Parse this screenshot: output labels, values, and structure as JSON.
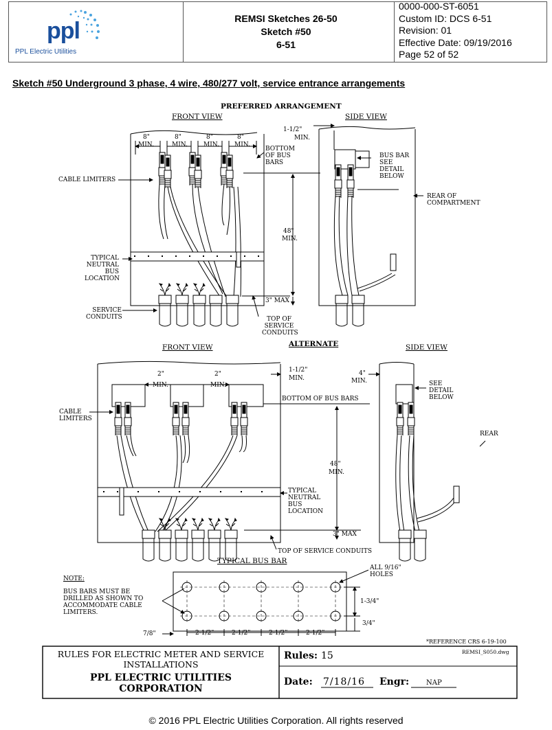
{
  "header": {
    "logo_text": "ppl",
    "logo_caption": "PPL Electric Utilities",
    "center_lines": [
      "REMSI Sketches 26-50",
      "Sketch #50",
      "6-51"
    ],
    "meta": [
      "0000-000-ST-6051",
      "Custom ID:  DCS 6-51",
      "Revision: 01",
      "Effective Date:  09/19/2016",
      "Page 52 of 52"
    ]
  },
  "subtitle": "Sketch #50 Underground 3 phase, 4 wire, 480/277 volt, service entrance arrangements",
  "drawing": {
    "preferred_title": "PREFERRED ARRANGEMENT",
    "front_view": "FRONT VIEW",
    "side_view": "SIDE VIEW",
    "alternate_title": "ALTERNATE",
    "dim_8": "8\"",
    "dim_min": "MIN.",
    "dim_1_5": "1-1/2\"",
    "dim_48": "48\"",
    "dim_3_max": "3\"  MAX",
    "dim_2": "2\"",
    "dim_4": "4\"",
    "label_bottom_bus_bars": [
      "BOTTOM",
      "OF BUS",
      "BARS"
    ],
    "label_bus_bar_detail": [
      "BUS BAR",
      "SEE",
      "DETAIL",
      "BELOW"
    ],
    "label_rear_of_comp": [
      "REAR OF",
      "COMPARTMENT"
    ],
    "label_cable_limiters": "CABLE LIMITERS",
    "label_typical_neutral": [
      "TYPICAL",
      "NEUTRAL",
      "BUS",
      "LOCATION"
    ],
    "label_service_conduits": [
      "SERVICE",
      "CONDUITS"
    ],
    "label_top_service_conduits": [
      "TOP OF",
      "SERVICE",
      "CONDUITS"
    ],
    "label_cable_limiters_2": [
      "CABLE",
      "LIMITERS"
    ],
    "label_bottom_bus_bars_2": "BOTTOM OF BUS BARS",
    "label_see_detail": [
      "SEE",
      "DETAIL",
      "BELOW"
    ],
    "label_rear": "REAR",
    "label_top_service_conduits_2": "TOP OF SERVICE CONDUITS",
    "typical_bus_bar": "TYPICAL BUS BAR",
    "note_title": "NOTE:",
    "note_lines": [
      "BUS BARS MUST BE",
      "DRILLED AS SHOWN TO",
      "ACCOMMODATE CABLE",
      "LIMITERS."
    ],
    "holes_label": [
      "ALL 9/16\"",
      "HOLES"
    ],
    "dim_1_75": "1-3/4\"",
    "dim_3_4": "3/4\"",
    "dim_7_8": "7/8\"",
    "dim_2_5": "2-1/2\"",
    "reference": "*REFERENCE CRS 6-19-100"
  },
  "title_block": {
    "rules_heading": [
      "RULES FOR ELECTRIC METER AND SERVICE",
      "INSTALLATIONS"
    ],
    "company": [
      "PPL ELECTRIC UTILITIES",
      "CORPORATION"
    ],
    "rules_label": "Rules:",
    "rules_value": "15",
    "dwg": "REMSI_S050.dwg",
    "date_label": "Date:",
    "date_value": "7/18/16",
    "engr_label": "Engr:",
    "engr_value": "NAP"
  },
  "footer": "© 2016 PPL Electric Utilities Corporation. All rights reserved",
  "colors": {
    "logo_blue": "#1a4f9c",
    "logo_light": "#4aa3df",
    "ink": "#000000"
  }
}
